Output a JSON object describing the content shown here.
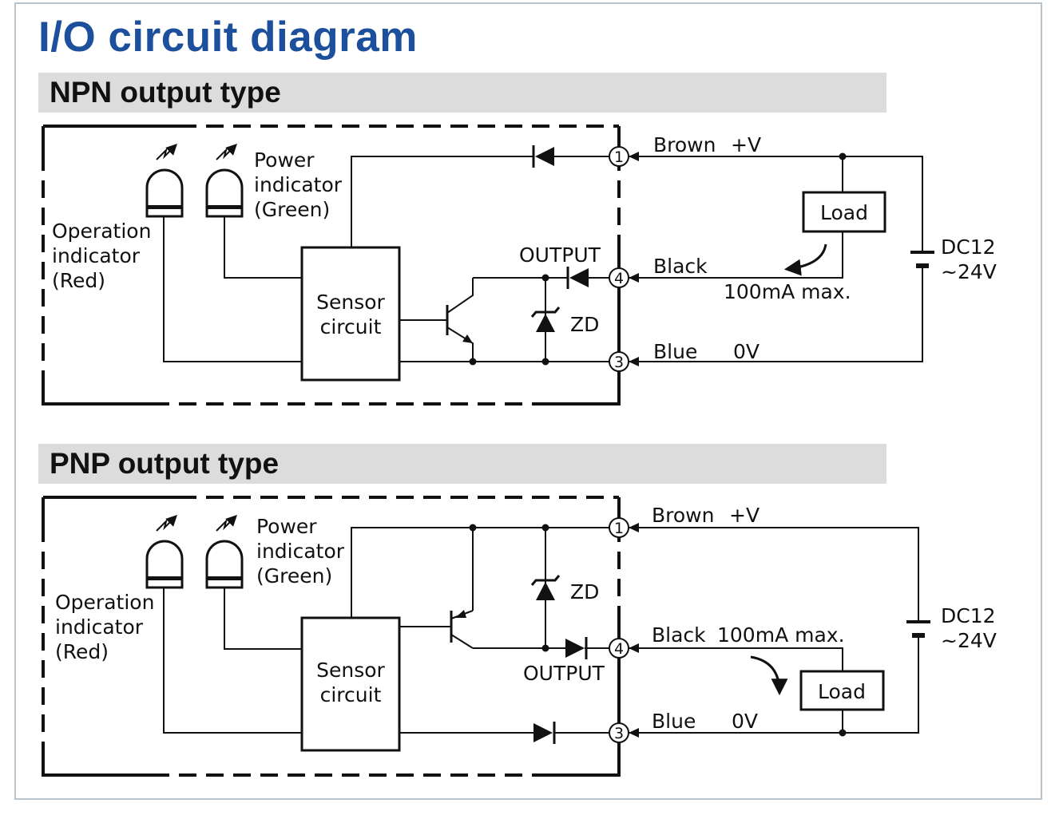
{
  "title": "I/O circuit diagram",
  "npn": {
    "heading": "NPN output type",
    "operation_indicator": [
      "Operation",
      "indicator",
      "(Red)"
    ],
    "power_indicator": [
      "Power",
      "indicator",
      "(Green)"
    ],
    "sensor_circuit": [
      "Sensor",
      "circuit"
    ],
    "output_label": "OUTPUT",
    "zener_label": "Z",
    "zener_sub": "D",
    "terminals": [
      {
        "num": "1",
        "wire": "Brown",
        "signal": "+V"
      },
      {
        "num": "4",
        "wire": "Black",
        "signal": ""
      },
      {
        "num": "3",
        "wire": "Blue",
        "signal": "0V"
      }
    ],
    "load_label": "Load",
    "current_label": "100mA max.",
    "supply_label": [
      "DC12",
      "~24V"
    ]
  },
  "pnp": {
    "heading": "PNP output type",
    "operation_indicator": [
      "Operation",
      "indicator",
      "(Red)"
    ],
    "power_indicator": [
      "Power",
      "indicator",
      "(Green)"
    ],
    "sensor_circuit": [
      "Sensor",
      "circuit"
    ],
    "output_label": "OUTPUT",
    "zener_label": "Z",
    "zener_sub": "D",
    "terminals": [
      {
        "num": "1",
        "wire": "Brown",
        "signal": "+V"
      },
      {
        "num": "4",
        "wire": "Black",
        "signal": "100mA max."
      },
      {
        "num": "3",
        "wire": "Blue",
        "signal": "0V"
      }
    ],
    "load_label": "Load",
    "supply_label": [
      "DC12",
      "~24V"
    ]
  },
  "colors": {
    "title": "#1c4f9c",
    "band": "#dcdcdc",
    "ink": "#111111",
    "frame": "#b9c3cc"
  }
}
